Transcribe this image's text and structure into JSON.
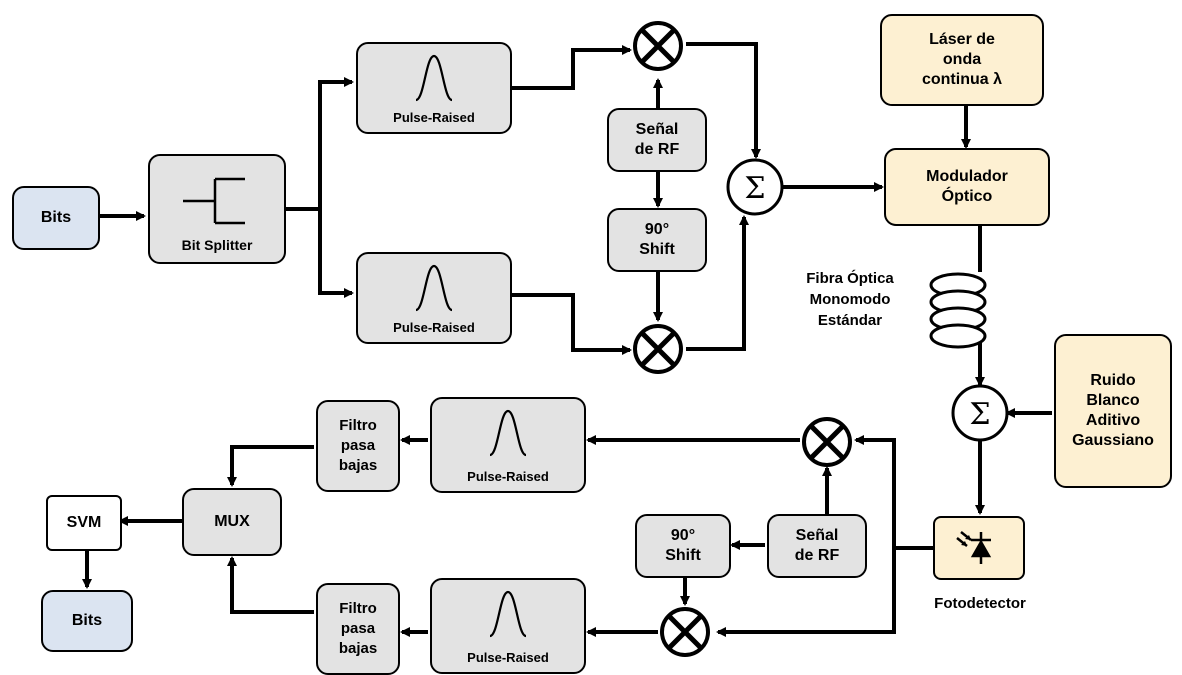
{
  "blocks": {
    "bits_in": "Bits",
    "bit_splitter": "Bit Splitter",
    "pulse_raised": "Pulse-Raised",
    "senal_rf": [
      "Señal",
      "de RF"
    ],
    "shift_90": [
      "90°",
      "Shift"
    ],
    "laser": [
      "Láser de",
      "onda",
      "continua λ"
    ],
    "modulador": [
      "Modulador",
      "Óptico"
    ],
    "ruido": [
      "Ruido",
      "Blanco",
      "Aditivo",
      "Gaussiano"
    ],
    "filtro": [
      "Filtro",
      "pasa",
      "bajas"
    ],
    "mux": "MUX",
    "svm": "SVM",
    "bits_out": "Bits"
  },
  "labels": {
    "fibra": [
      "Fibra Óptica",
      "Monomodo",
      "Estándar"
    ],
    "fotodetector": "Fotodetector"
  },
  "symbols": {
    "sum": "Σ",
    "mixer_icon": "multiplier-cross-circle-icon",
    "sum_icon": "summation-circle-icon",
    "fiber_icon": "fiber-coil-icon",
    "photodiode_icon": "photodiode-icon",
    "pulse_icon": "raised-cosine-pulse-icon",
    "splitter_icon": "bit-splitter-icon"
  },
  "colors": {
    "gray": "#e3e3e3",
    "blue": "#dbe4f1",
    "cream": "#fdf0d2",
    "white": "#ffffff",
    "line": "#000000"
  }
}
